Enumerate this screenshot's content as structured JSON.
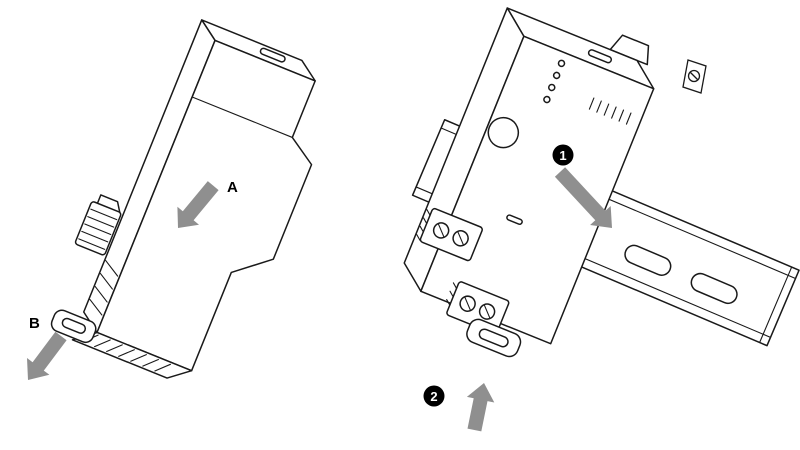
{
  "colors": {
    "background": "#ffffff",
    "line": "#1a1a1a",
    "arrow_fill": "#8f8f8f",
    "badge_fill": "#000000",
    "badge_text": "#ffffff"
  },
  "left_figure": {
    "label_a": "A",
    "label_b": "B"
  },
  "right_figure": {
    "step_1": "1",
    "step_2": "2"
  }
}
